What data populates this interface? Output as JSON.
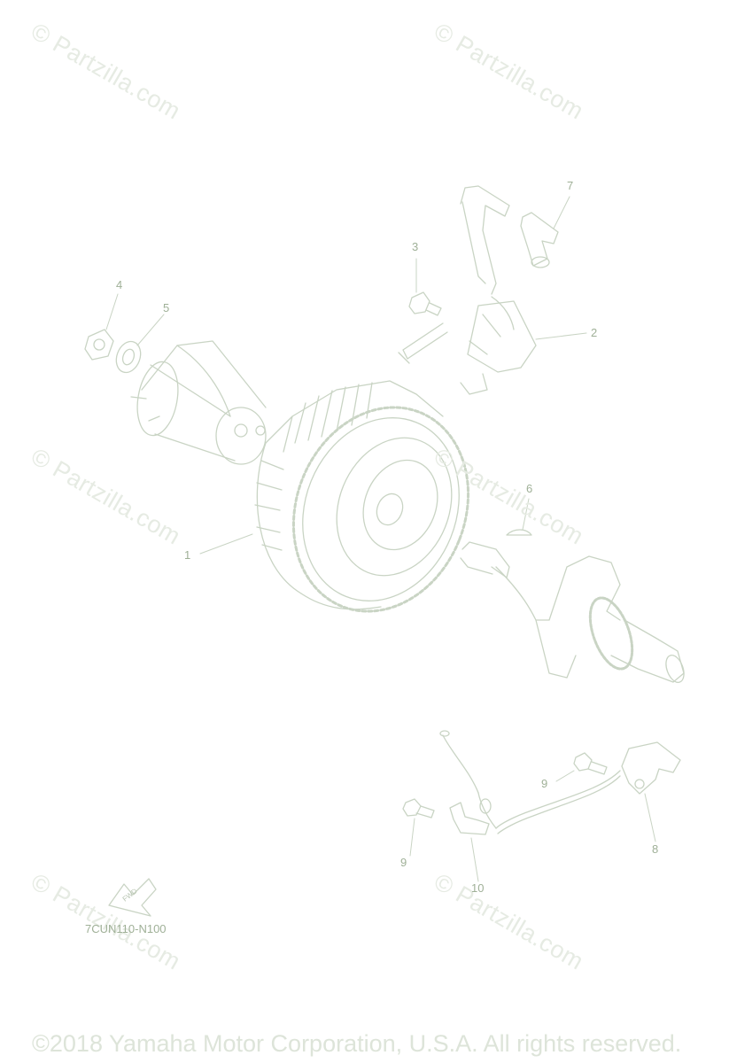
{
  "watermarks": [
    "© Partzilla.com",
    "© Partzilla.com",
    "© Partzilla.com",
    "© Partzilla.com",
    "© Partzilla.com",
    "© Partzilla.com"
  ],
  "callouts": [
    "1",
    "2",
    "3",
    "4",
    "5",
    "6",
    "7",
    "8",
    "9",
    "9",
    "10"
  ],
  "diagram_code": "7CUN110-N100",
  "fwd_label": "FWD",
  "copyright": "©2018 Yamaha Motor Corporation, U.S.A. All rights reserved.",
  "colors": {
    "line": "#c9d4c4",
    "text": "#9fb097",
    "watermark": "#e6ebe3"
  }
}
